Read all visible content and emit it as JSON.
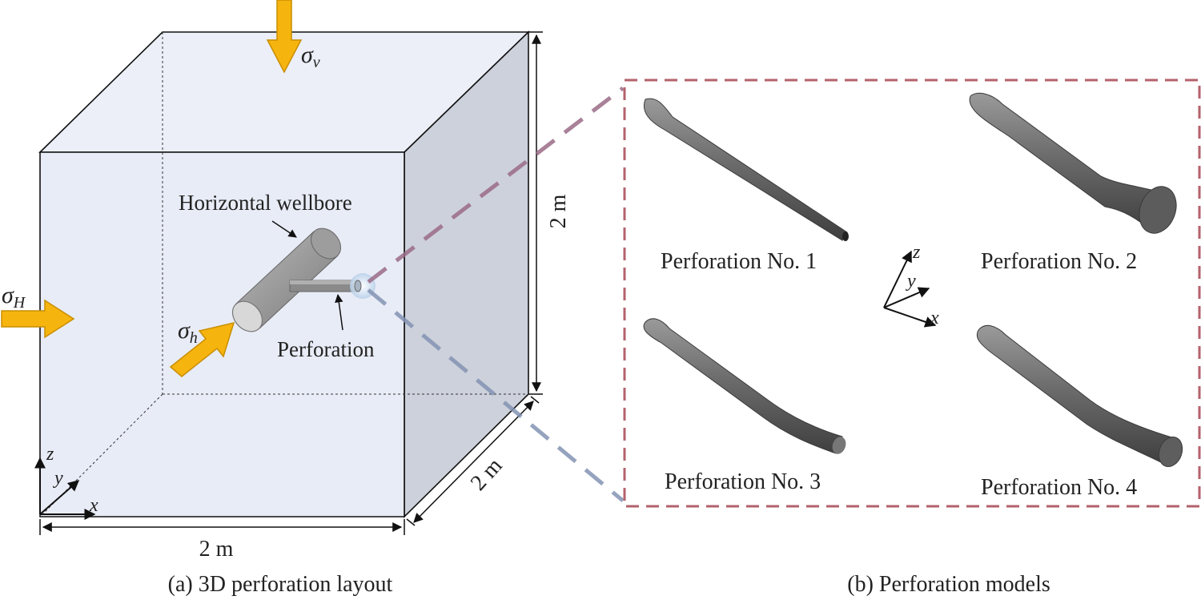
{
  "panel_a": {
    "caption": "(a) 3D perforation layout",
    "label_wellbore": "Horizontal wellbore",
    "label_perforation": "Perforation",
    "dim_width": "2 m",
    "dim_depth": "2 m",
    "dim_height": "2 m",
    "stress_vertical": {
      "base": "σ",
      "sub": "v"
    },
    "stress_max_horizontal": {
      "base": "σ",
      "sub": "H"
    },
    "stress_min_horizontal": {
      "base": "σ",
      "sub": "h"
    },
    "axis_x": "x",
    "axis_y": "y",
    "axis_z": "z"
  },
  "panel_b": {
    "caption": "(b) Perforation models",
    "models": [
      {
        "label": "Perforation No. 1"
      },
      {
        "label": "Perforation No. 2"
      },
      {
        "label": "Perforation No. 3"
      },
      {
        "label": "Perforation No. 4"
      }
    ],
    "axis_x": "x",
    "axis_y": "y",
    "axis_z": "z"
  },
  "colors": {
    "cube_front": "#e8ecf6",
    "cube_top": "#eceff8",
    "cube_side": "#ccd0da",
    "arrow_fill": "#f6b40e",
    "arrow_stroke": "#c98e00",
    "model_gray": "#6e6e6e",
    "box_dash": "#b3626c"
  }
}
